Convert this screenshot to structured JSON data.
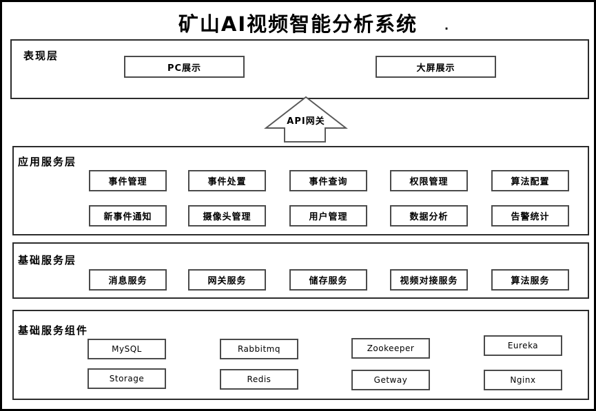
{
  "title": {
    "text": "矿山AI视频智能分析系统",
    "suffix": "."
  },
  "gateway": {
    "label": "API网关"
  },
  "layers": {
    "presentation": {
      "label": "表现层",
      "boxes": [
        {
          "label": "PC展示"
        },
        {
          "label": "大屏展示"
        }
      ]
    },
    "application": {
      "label": "应用服务层",
      "row1": [
        "事件管理",
        "事件处置",
        "事件查询",
        "权限管理",
        "算法配置"
      ],
      "row2": [
        "新事件通知",
        "摄像头管理",
        "用户管理",
        "数据分析",
        "告警统计"
      ]
    },
    "base_services": {
      "label": "基础服务层",
      "row1": [
        "消息服务",
        "网关服务",
        "储存服务",
        "视频对接服务",
        "算法服务"
      ]
    },
    "components": {
      "label": "基础服务组件",
      "row1": [
        "MySQL",
        "Rabbitmq",
        "Zookeeper",
        "Eureka"
      ],
      "row2": [
        "Storage",
        "Redis",
        "Getway",
        "Nginx"
      ]
    }
  },
  "colors": {
    "background": "#ffffff",
    "frame_border": "#000000",
    "section_border": "#2b2b2b",
    "box_border": "#4a4a4a",
    "arrow_stroke": "#595959",
    "text": "#000000"
  }
}
